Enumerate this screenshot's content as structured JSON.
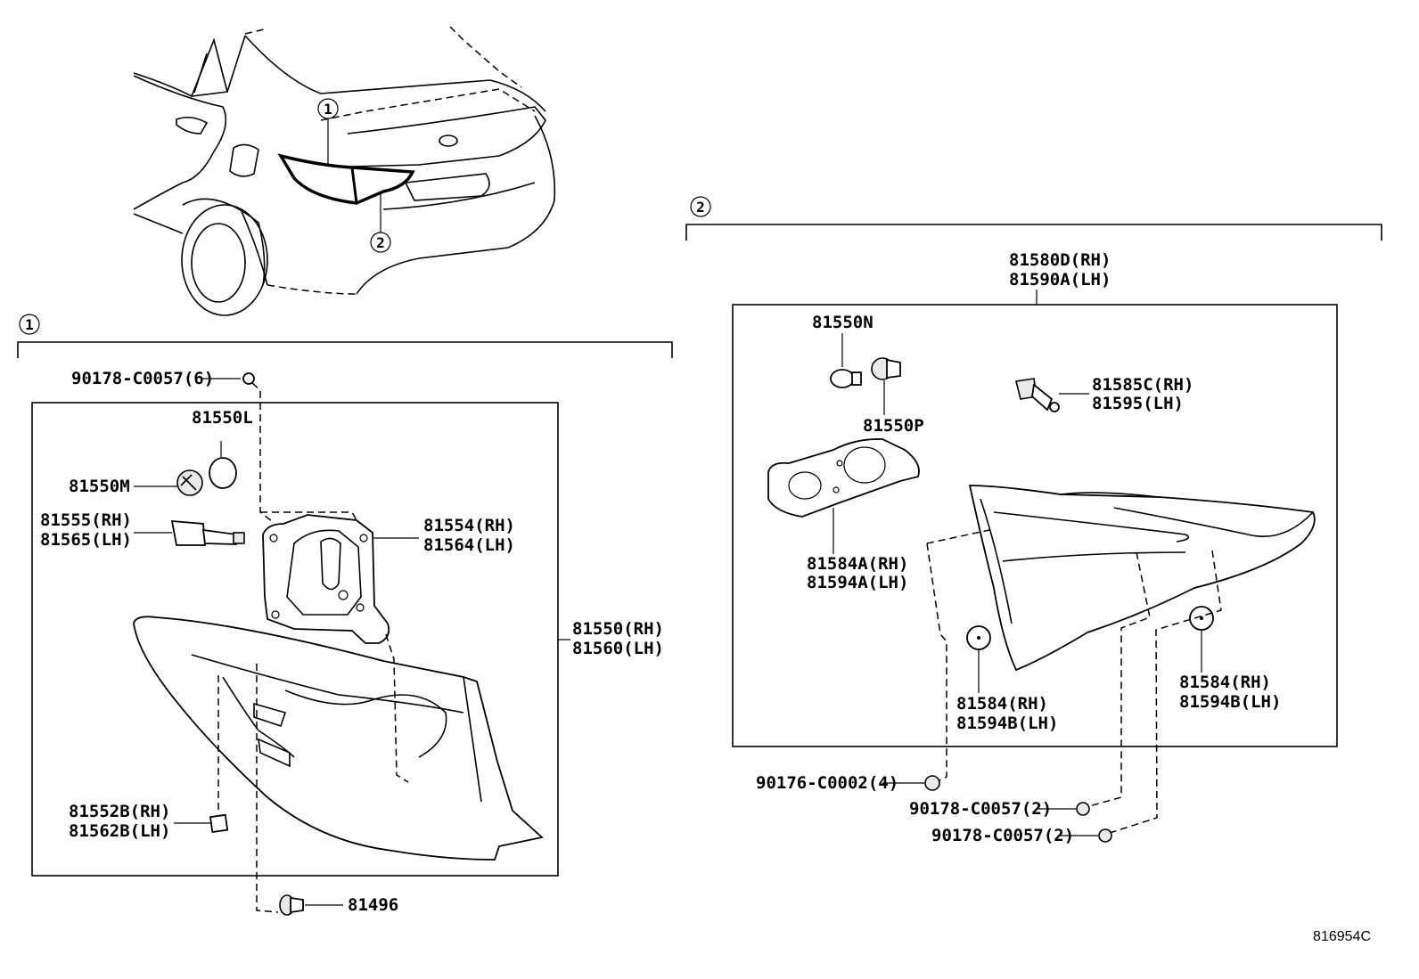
{
  "callouts": {
    "one": "1",
    "two": "2"
  },
  "group1": {
    "bolt_top": "90178-C0057(6)",
    "bulb_a": "81550L",
    "socket_a": "81550M",
    "connector": [
      "81555(RH)",
      "81565(LH)"
    ],
    "gasket": [
      "81554(RH)",
      "81564(LH)"
    ],
    "lamp": [
      "81550(RH)",
      "81560(LH)"
    ],
    "plug": [
      "81552B(RH)",
      "81562B(LH)"
    ],
    "clip": "81496"
  },
  "group2": {
    "assembly": [
      "81580D(RH)",
      "81590A(LH)"
    ],
    "bulb_b": "81550N",
    "socket_b": "81550P",
    "connector_b": [
      "81585C(RH)",
      "81595(LH)"
    ],
    "gasket_b": [
      "81584A(RH)",
      "81594A(LH)"
    ],
    "cushion_left": [
      "81584(RH)",
      "81594B(LH)"
    ],
    "cushion_right": [
      "81584(RH)",
      "81594B(LH)"
    ],
    "nut": "90176-C0002(4)",
    "bolt_a": "90178-C0057(2)",
    "bolt_b": "90178-C0057(2)"
  },
  "figure_id": "816954C"
}
